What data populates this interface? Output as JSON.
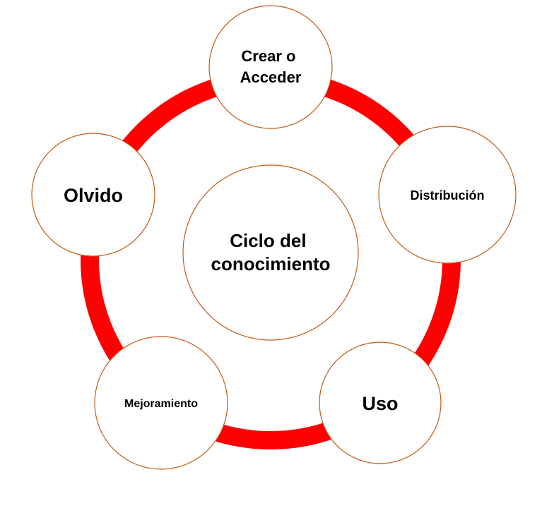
{
  "diagram": {
    "center_label_line1": "Ciclo del",
    "center_label_line2": "conocimiento",
    "nodes": [
      {
        "line1": "Crear o",
        "line2": "Acceder"
      },
      {
        "line1": "Distribución"
      },
      {
        "line1": "Uso"
      },
      {
        "line1": "Mejoramiento"
      },
      {
        "line1": "Olvido"
      }
    ]
  },
  "colors": {
    "ring": "#ff0000",
    "node_border": "#c55a11",
    "node_fill": "#ffffff",
    "text": "#000000"
  }
}
